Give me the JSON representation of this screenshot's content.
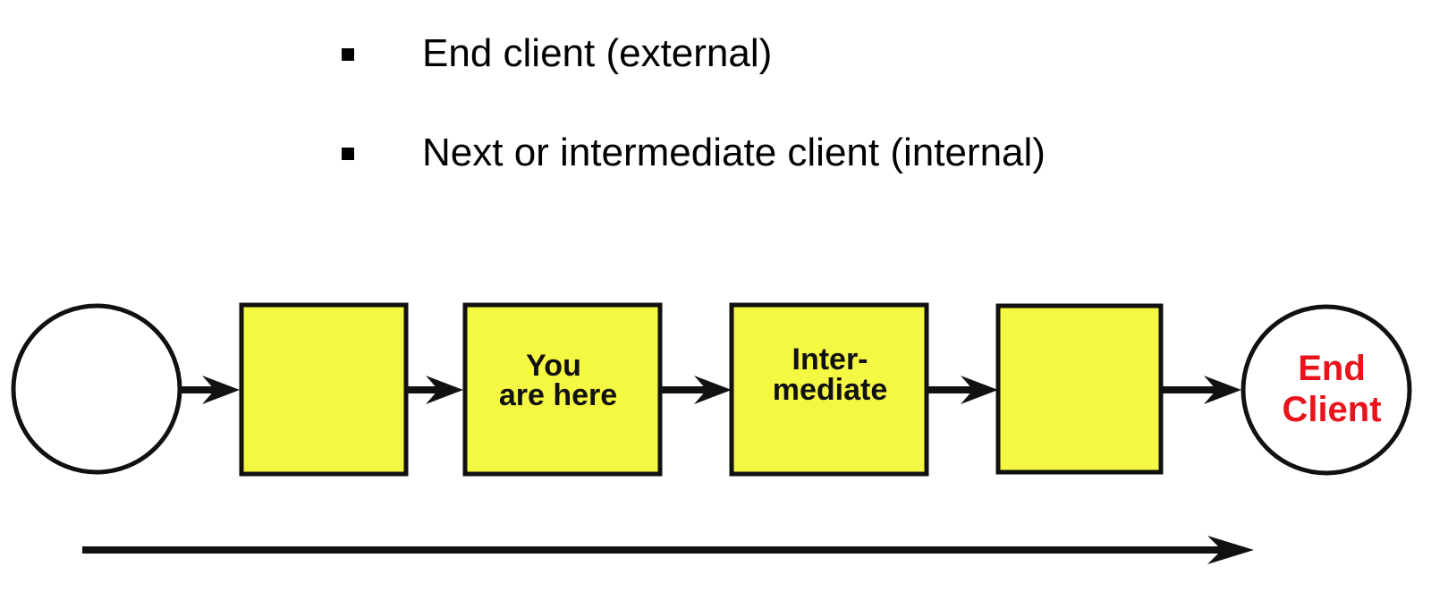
{
  "bullets": [
    {
      "text": "End client (external)"
    },
    {
      "text": "Next or intermediate client (internal)"
    }
  ],
  "flow": {
    "nodes": [
      {
        "shape": "circle",
        "label_lines": []
      },
      {
        "shape": "box",
        "label_lines": []
      },
      {
        "shape": "box",
        "label_lines": [
          "You",
          "are here"
        ]
      },
      {
        "shape": "box",
        "label_lines": [
          "Inter-",
          "mediate"
        ]
      },
      {
        "shape": "box",
        "label_lines": []
      },
      {
        "shape": "circle",
        "label_lines": [
          "End",
          "Client"
        ]
      }
    ]
  },
  "colors": {
    "box_fill": "#F5F842",
    "stroke": "#111111",
    "end_client_label": "#E8131B",
    "label": "#111111"
  }
}
